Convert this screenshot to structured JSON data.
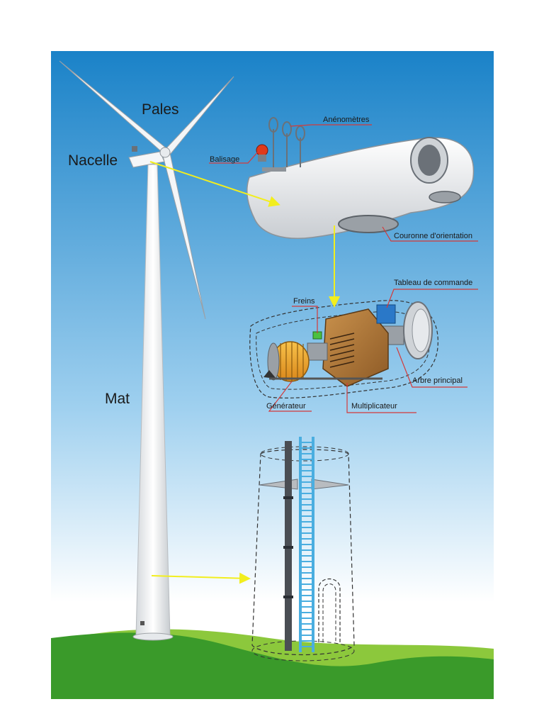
{
  "labels": {
    "pales": "Pales",
    "nacelle": "Nacelle",
    "mat": "Mat",
    "anemometres": "Anénomètres",
    "balisage": "Balisage",
    "couronne": "Couronne d'orientation",
    "tableau": "Tableau de commande",
    "freins": "Freins",
    "arbre": "Arbre principal",
    "generateur": "Générateur",
    "multiplicateur": "Multiplicateur"
  },
  "colors": {
    "sky_top": "#1a82c8",
    "sky_bottom": "#ffffff",
    "grass_dark": "#3a9a2a",
    "grass_light": "#8cc83c",
    "arrow": "#f2ee1e",
    "leader": "#d43a3a",
    "generator": "#f0a020",
    "gearbox": "#b07a3a",
    "control_panel": "#2a78c8",
    "ladder": "#4aaee0"
  }
}
